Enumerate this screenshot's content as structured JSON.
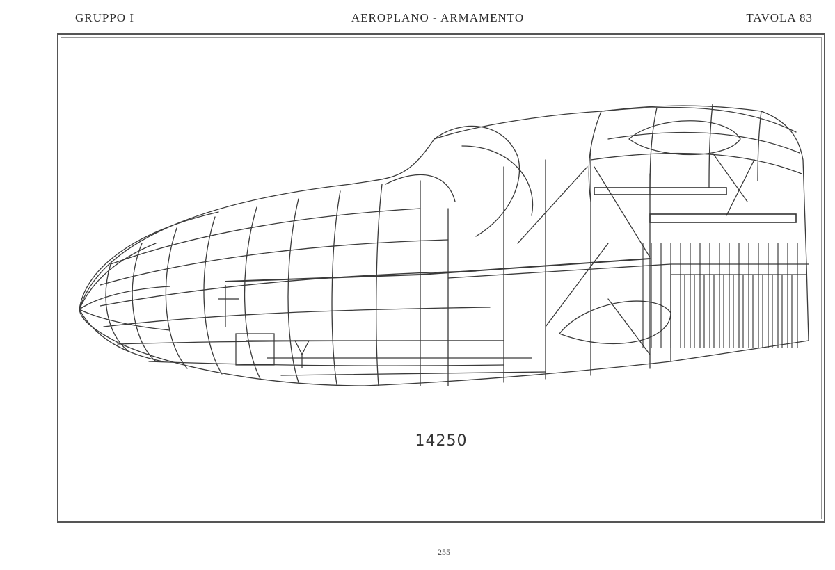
{
  "header": {
    "left": "GRUPPO I",
    "center": "AEROPLANO - ARMAMENTO",
    "right": "TAVOLA 83"
  },
  "figure": {
    "part_number": "14250"
  },
  "footer": {
    "page_number": "— 255 —"
  },
  "colors": {
    "line": "#3a3a3a",
    "frame": "#555555",
    "paper": "#ffffff"
  }
}
